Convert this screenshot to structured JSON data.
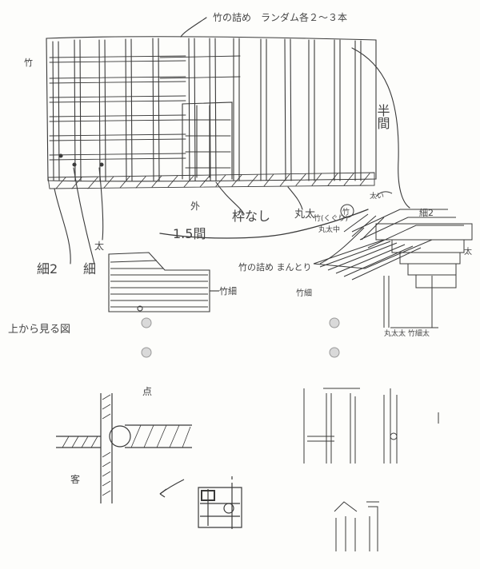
{
  "annotations": {
    "top_note": "竹の詰め　ランダム各２〜３本",
    "left_top": "竹",
    "right_half_ken": "半間",
    "outside": "外",
    "one_half_ken": "1.5間",
    "no_frame": "枠なし",
    "round_thick": "丸太",
    "thin2_left": "細2",
    "thin_left": "細",
    "thick_left": "太",
    "bamboo_thin": "竹細",
    "top_view_caption": "上から見る図",
    "persp_top_circle": "竹",
    "persp_thin2": "細2",
    "persp_label_a": "竹(くぐり)",
    "persp_label_b": "丸太中",
    "persp_note": "竹の詰め まんとり",
    "persp_bamboo_thin": "竹細",
    "persp_thick": "太",
    "persp_bottom": "丸太太 竹細太",
    "persp_small": "太い",
    "dot_label": "点",
    "guest_label": "客"
  },
  "colors": {
    "ink": "#3a3a3a",
    "paper": "#fdfdfb",
    "binder_hole": "#d9d9d9"
  }
}
